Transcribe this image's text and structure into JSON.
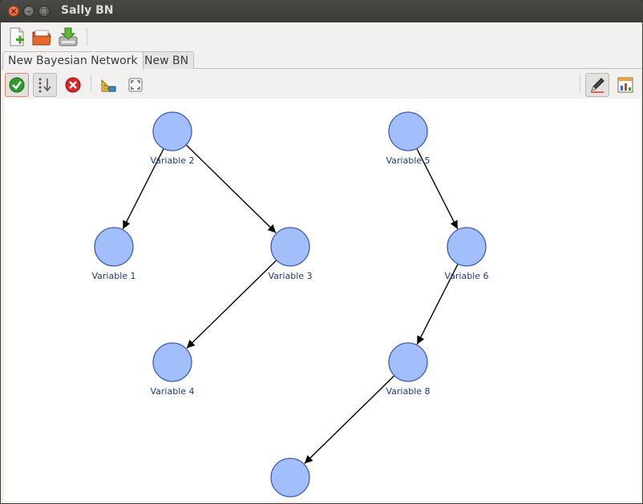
{
  "window": {
    "title": "Sally BN"
  },
  "main_toolbar": {
    "buttons": [
      {
        "name": "new-network-icon"
      },
      {
        "name": "open-folder-icon"
      },
      {
        "name": "save-icon"
      }
    ]
  },
  "tabs": [
    {
      "label": "New Bayesian Network",
      "active": true
    },
    {
      "label": "New BN",
      "active": false
    }
  ],
  "doc_toolbar": {
    "buttons": [
      {
        "name": "check-icon"
      },
      {
        "name": "layout-icon"
      },
      {
        "name": "delete-icon"
      },
      {
        "name": "geometry-icon"
      },
      {
        "name": "fit-icon"
      },
      {
        "name": "edit-mode-icon"
      },
      {
        "name": "chart-icon"
      }
    ]
  },
  "graph": {
    "node_color": "#a2bffb",
    "node_border": "#3f5ab8",
    "label_color": "#1f3a7a",
    "nodes": [
      {
        "id": "v2",
        "label": "Variable 2"
      },
      {
        "id": "v5",
        "label": "Variable 5"
      },
      {
        "id": "v1",
        "label": "Variable 1"
      },
      {
        "id": "v3",
        "label": "Variable 3"
      },
      {
        "id": "v6",
        "label": "Variable 6"
      },
      {
        "id": "v4",
        "label": "Variable 4"
      },
      {
        "id": "v8",
        "label": "Variable 8"
      },
      {
        "id": "v7",
        "label": ""
      }
    ],
    "edges": [
      {
        "from": "v2",
        "to": "v1"
      },
      {
        "from": "v2",
        "to": "v3"
      },
      {
        "from": "v3",
        "to": "v4"
      },
      {
        "from": "v5",
        "to": "v6"
      },
      {
        "from": "v6",
        "to": "v8"
      },
      {
        "from": "v8",
        "to": "v7"
      }
    ]
  }
}
